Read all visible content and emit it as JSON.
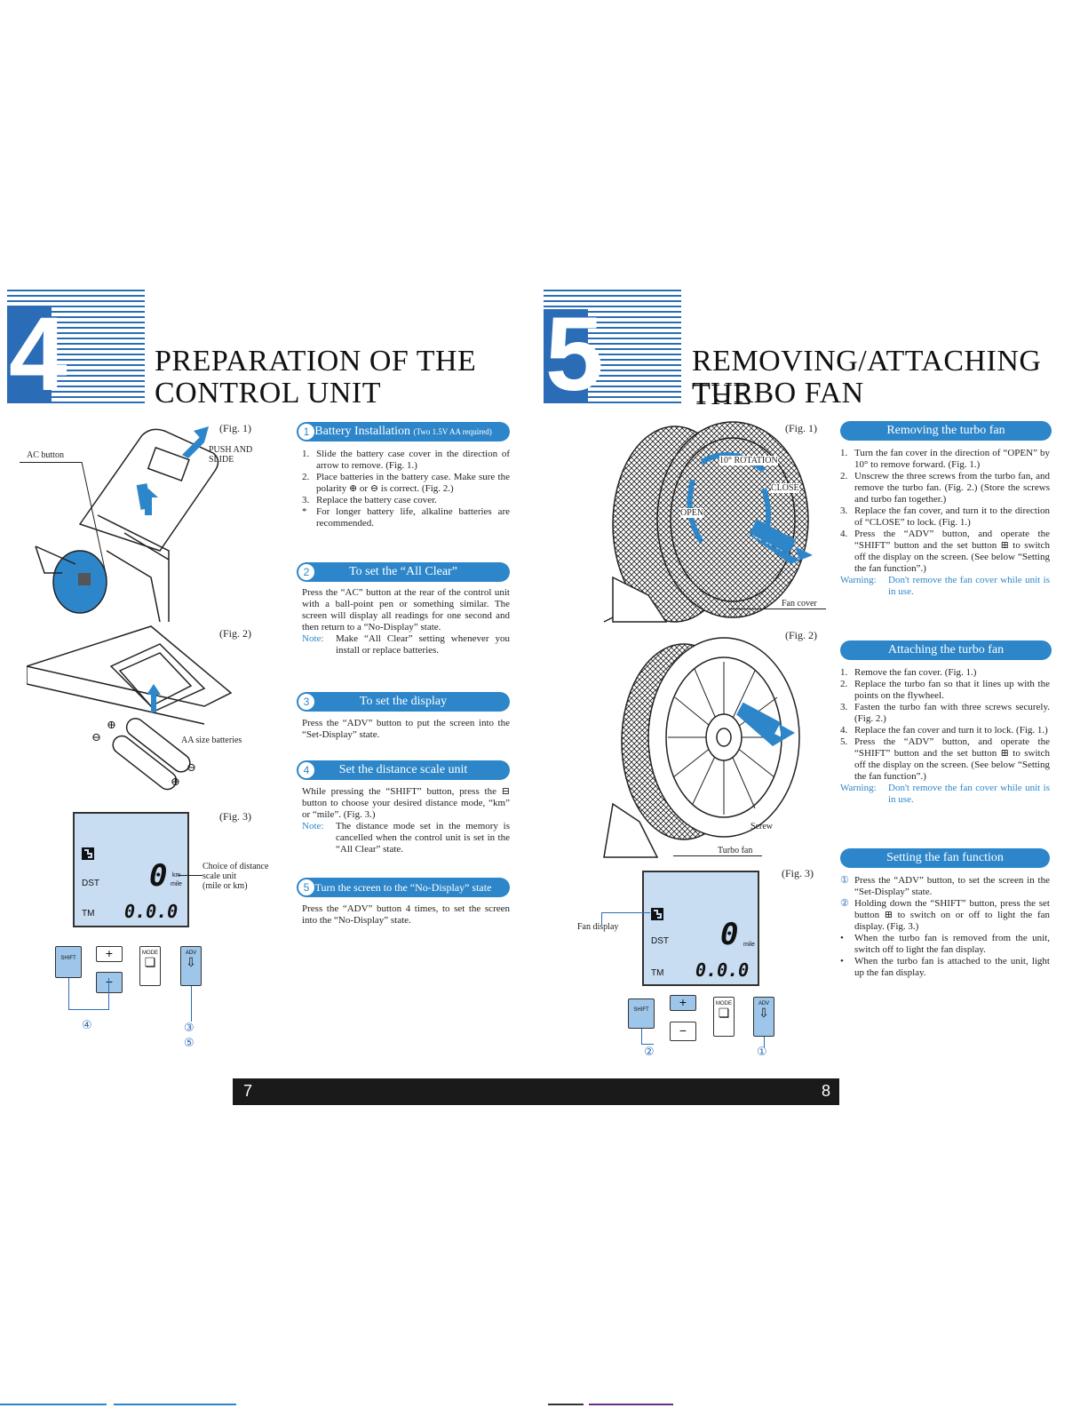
{
  "left": {
    "chapter_number": "4",
    "title_line1": "PREPARATION OF THE",
    "title_line2": "CONTROL UNIT",
    "fig1": "(Fig. 1)",
    "fig2": "(Fig. 2)",
    "fig3": "(Fig. 3)",
    "ac_button": "AC button",
    "push_slide_1": "PUSH AND",
    "push_slide_2": "SLIDE",
    "aa_batteries": "AA size batteries",
    "plus_sign": "⊕",
    "minus_sign": "⊖",
    "choice_1": "Choice of distance",
    "choice_2": "scale unit",
    "choice_3": "(mile or km)",
    "lcd": {
      "dst": "DST",
      "tm": "TM",
      "digit_big": "0",
      "digit_time": "0.0.0",
      "km": "km",
      "mile": "mile"
    },
    "keys": {
      "shift": "SHIFT",
      "plus": "+",
      "minus": "−",
      "mode": "MODE",
      "adv": "ADV"
    },
    "callouts": {
      "c4": "④",
      "c3": "③",
      "c5": "⑤"
    },
    "sections": [
      {
        "num": "1",
        "title": "Battery Installation",
        "subtitle": "(Two 1.5V AA required)"
      },
      {
        "num": "2",
        "title": "To set the “All Clear”"
      },
      {
        "num": "3",
        "title": "To set the display"
      },
      {
        "num": "4",
        "title": "Set the distance scale unit"
      },
      {
        "num": "5",
        "title": "Turn the screen to the “No-Display” state"
      }
    ],
    "s1_items": [
      "1.",
      "Slide the battery case cover in the direction of arrow to remove. (Fig. 1.)",
      "2.",
      "Place batteries in the battery case. Make sure the polarity ⊕ or ⊖ is correct. (Fig. 2.)",
      "3.",
      "Replace the battery case cover.",
      "*",
      "For longer battery life, alkaline batteries are recommended."
    ],
    "s2_text": "Press the “AC” button at the rear of the control unit with a ball-point pen or something similar. The screen will display all readings for one second and then return to a “No-Display” state.",
    "s2_note_label": "Note:",
    "s2_note": "Make “All Clear” setting whenever you install or replace batteries.",
    "s3_text": "Press the “ADV” button to put the screen into the “Set-Display” state.",
    "s4_text": "While pressing the “SHIFT” button, press the ⊟ button to choose your desired distance mode, “km” or “mile”. (Fig. 3.)",
    "s4_note_label": "Note:",
    "s4_note": "The distance mode set in the memory is cancelled when the control unit is set in the “All Clear” state.",
    "s5_text": "Press the “ADV” button 4 times, to set the screen into the “No-Display” state.",
    "page": "7"
  },
  "right": {
    "chapter_number": "5",
    "title_line1": "REMOVING/ATTACHING THE",
    "title_line2": "TURBO FAN",
    "fig1": "(Fig. 1)",
    "fig2": "(Fig. 2)",
    "fig3": "(Fig. 3)",
    "rotation": "10° ROTATION",
    "close": "CLOSE",
    "open": "OPEN",
    "fan_cover": "Fan cover",
    "screw": "Screw",
    "turbo_fan": "Turbo fan",
    "fan_display": "Fan display",
    "lcd": {
      "dst": "DST",
      "tm": "TM",
      "digit_big": "0",
      "digit_time": "0.0.0",
      "mile": "mile"
    },
    "keys": {
      "shift": "SHIFT",
      "plus": "+",
      "minus": "−",
      "mode": "MODE",
      "adv": "ADV"
    },
    "callouts": {
      "c2": "②",
      "c1": "①"
    },
    "sections": [
      {
        "title": "Removing the turbo fan"
      },
      {
        "title": "Attaching the turbo fan"
      },
      {
        "title": "Setting the fan function"
      }
    ],
    "rem_items": [
      "1.",
      "Turn the fan cover in the direction of “OPEN” by 10° to remove forward. (Fig. 1.)",
      "2.",
      "Unscrew the three screws from the turbo fan, and remove the turbo fan. (Fig. 2.) (Store the screws and turbo fan together.)",
      "3.",
      "Replace the fan cover, and turn it to the direction of “CLOSE” to lock. (Fig. 1.)",
      "4.",
      "Press the “ADV” button, and operate the “SHIFT” button and the set button ⊞ to switch off the display on the screen. (See below “Setting the fan function”.)"
    ],
    "warn_label": "Warning:",
    "warn_text": "Don't remove the fan cover while unit is in use.",
    "att_items": [
      "1.",
      "Remove the fan cover. (Fig. 1.)",
      "2.",
      "Replace the turbo fan so that it lines up with the points on the flywheel.",
      "3.",
      "Fasten the turbo fan with three screws securely. (Fig. 2.)",
      "4.",
      "Replace the fan cover and turn it to lock. (Fig. 1.)",
      "5.",
      "Press the “ADV” button, and operate the “SHIFT” button and the set button ⊞ to switch off the display on the screen. (See below “Setting the fan function”.)"
    ],
    "warn2_label": "Warning:",
    "warn2_text": "Don't remove the fan cover while unit is in use.",
    "fan_items": [
      "①",
      "Press the “ADV” button, to set the screen in the “Set-Display” state.",
      "②",
      "Holding down the “SHIFT” button, press the set button ⊞ to switch on or off to light the fan display. (Fig. 3.)",
      "•",
      "When the turbo fan is removed from the unit, switch off to light the fan display.",
      "•",
      "When the turbo fan is attached to the unit, light up the fan display."
    ],
    "page": "8"
  }
}
